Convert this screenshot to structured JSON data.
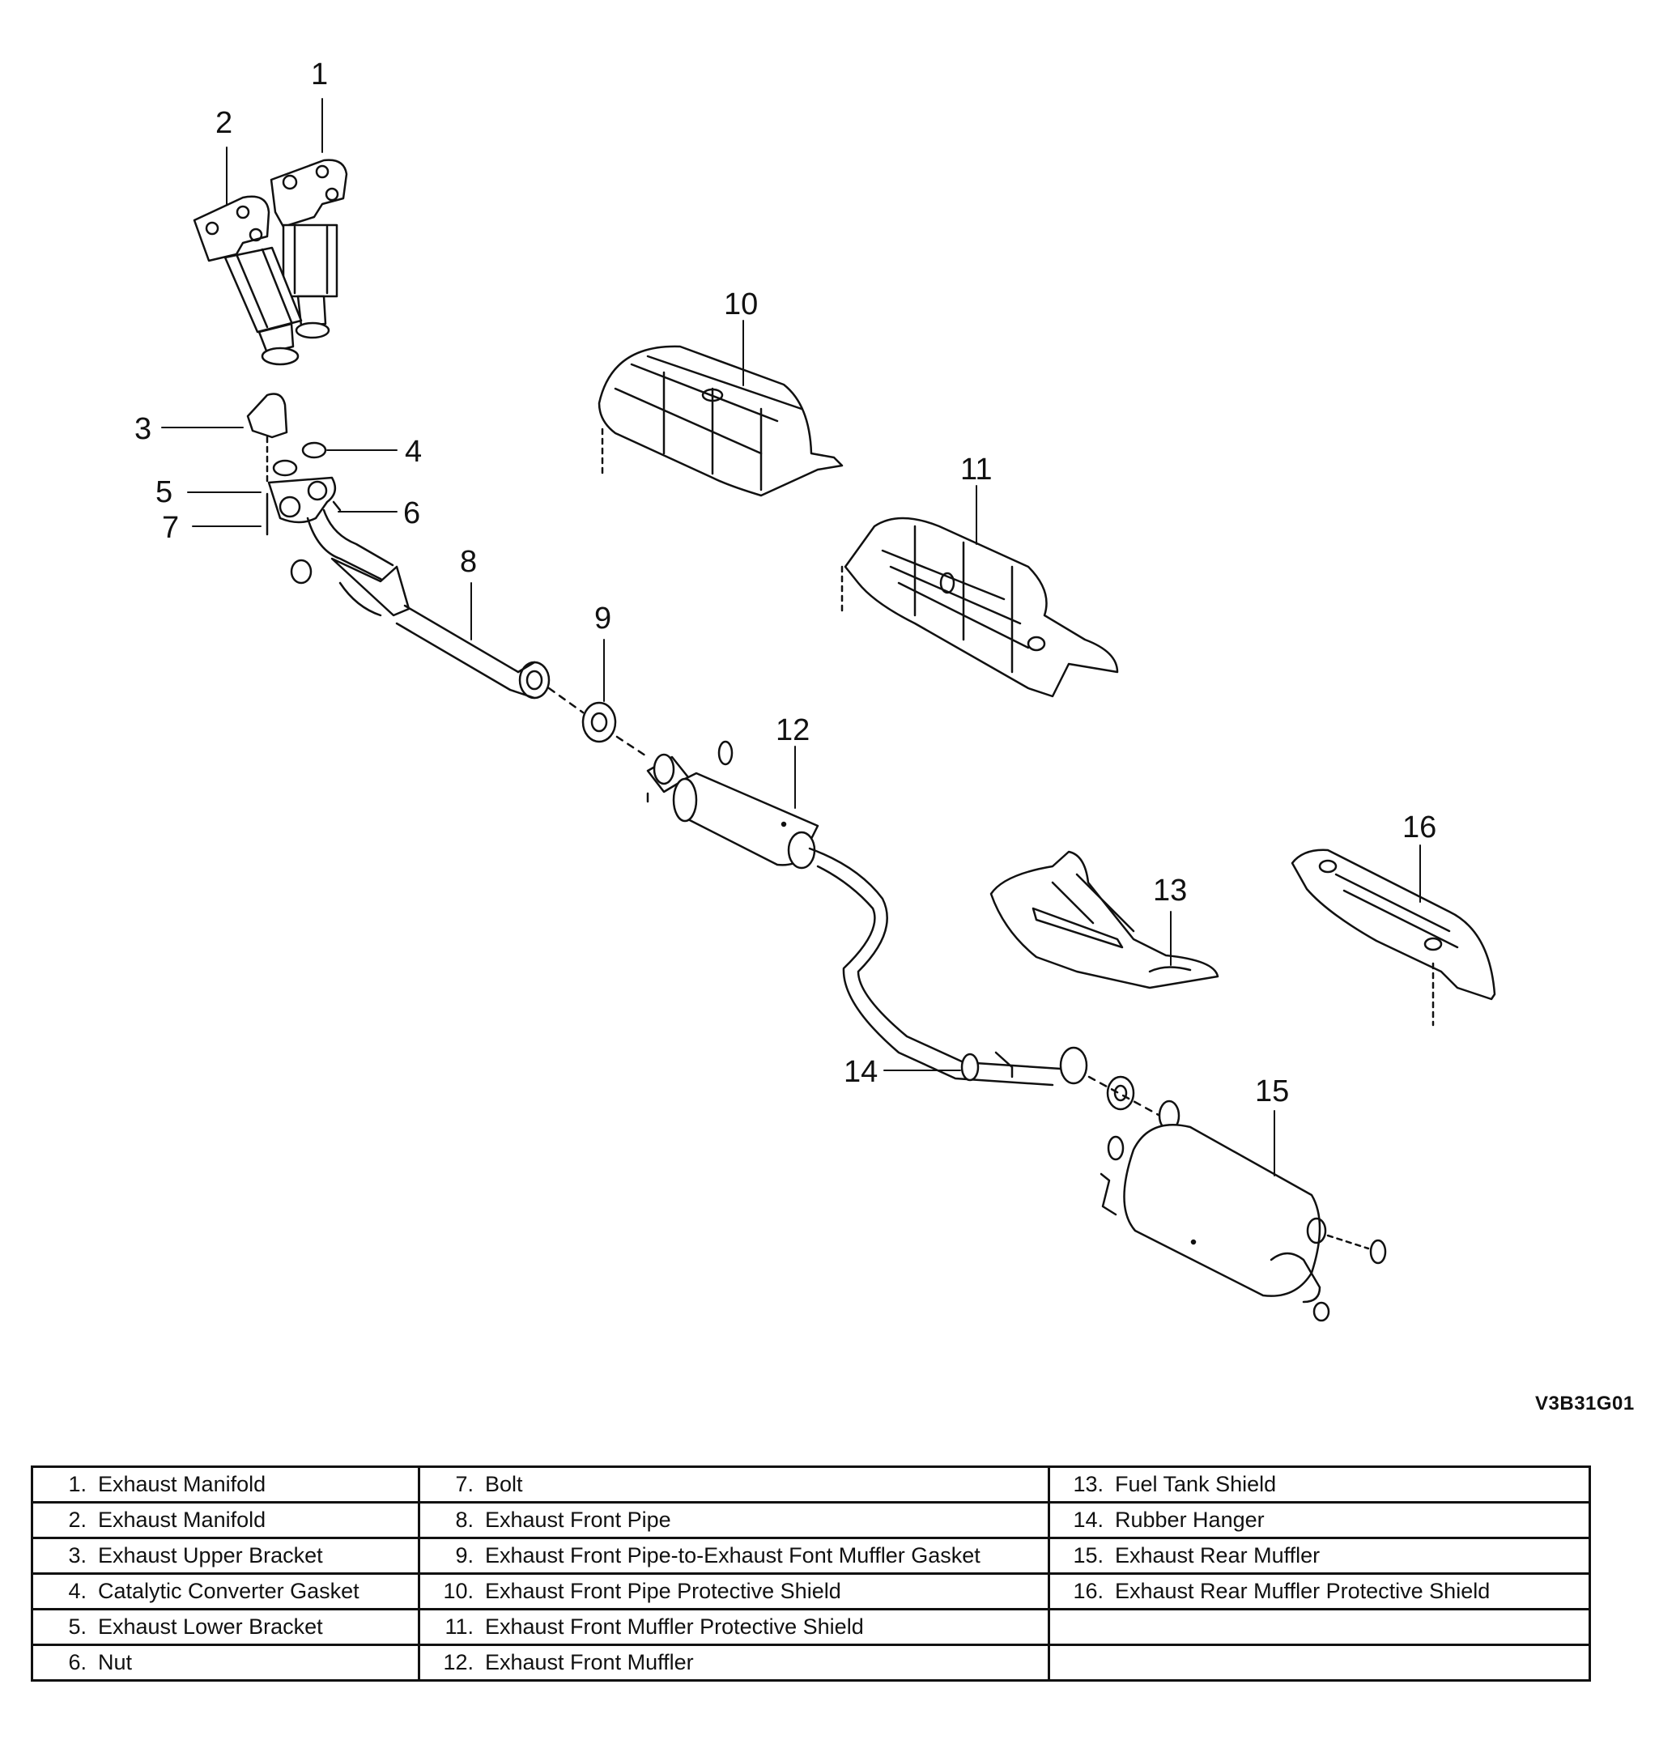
{
  "figure_code": "V3B31G01",
  "callouts": [
    "1",
    "2",
    "3",
    "4",
    "5",
    "6",
    "7",
    "8",
    "9",
    "10",
    "11",
    "12",
    "13",
    "14",
    "15",
    "16"
  ],
  "legend": {
    "columns": [
      [
        {
          "num": "1.",
          "label": "Exhaust Manifold"
        },
        {
          "num": "2.",
          "label": "Exhaust Manifold"
        },
        {
          "num": "3.",
          "label": "Exhaust Upper Bracket"
        },
        {
          "num": "4.",
          "label": "Catalytic Converter Gasket"
        },
        {
          "num": "5.",
          "label": "Exhaust Lower Bracket"
        },
        {
          "num": "6.",
          "label": "Nut"
        }
      ],
      [
        {
          "num": "7.",
          "label": "Bolt"
        },
        {
          "num": "8.",
          "label": "Exhaust Front Pipe"
        },
        {
          "num": "9.",
          "label": "Exhaust Front Pipe-to-Exhaust Font Muffler Gasket"
        },
        {
          "num": "10.",
          "label": "Exhaust Front Pipe Protective Shield"
        },
        {
          "num": "11.",
          "label": "Exhaust Front Muffler Protective Shield"
        },
        {
          "num": "12.",
          "label": "Exhaust Front Muffler"
        }
      ],
      [
        {
          "num": "13.",
          "label": "Fuel Tank Shield"
        },
        {
          "num": "14.",
          "label": "Rubber Hanger"
        },
        {
          "num": "15.",
          "label": "Exhaust Rear Muffler"
        },
        {
          "num": "16.",
          "label": "Exhaust Rear Muffler Protective Shield"
        },
        {
          "num": "",
          "label": ""
        },
        {
          "num": "",
          "label": ""
        }
      ]
    ]
  }
}
